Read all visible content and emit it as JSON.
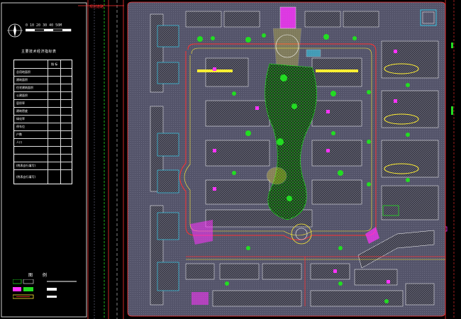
{
  "scale_bar": {
    "ticks": "0  10  20  30  40  50M"
  },
  "table": {
    "title": "主要技术经济指标表",
    "header_value": "指 标",
    "rows": [
      "总用地面积",
      "建筑面积",
      "住宅建筑面积",
      "公建面积",
      "容积率",
      "建筑密度",
      "绿化率",
      "停车位",
      "户数",
      "人口"
    ],
    "notes": [
      "(附表自行填写)",
      "(附表自行填写)"
    ]
  },
  "legend": {
    "title": "图 例"
  },
  "street": {
    "label": "规划道路"
  },
  "colors": {
    "background": "#000000",
    "building_outline": "#ffffff",
    "building_hatch": "#8a8aa0",
    "road_edge": "#ff3030",
    "green_area": "#22dd22",
    "magenta": "#ff33ff",
    "yellow": "#ffee33",
    "cyan": "#33e0ff",
    "site_ground": "#5a5a6a"
  }
}
